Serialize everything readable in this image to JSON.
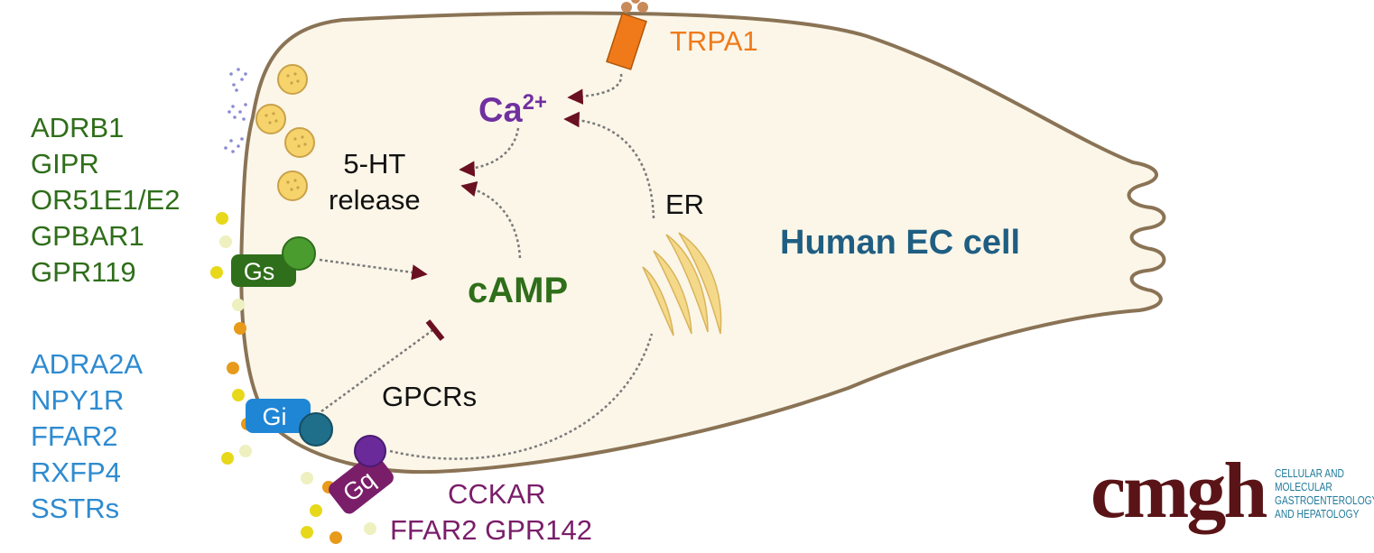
{
  "cell_label": "Human EC cell",
  "organelle_label": "ER",
  "messengers": {
    "cAMP": "cAMP",
    "calcium_base": "Ca",
    "calcium_sup": "2+"
  },
  "release_label": {
    "line1": "5-HT",
    "line2": "release"
  },
  "gpcrs_label": "GPCRs",
  "channel_label": "TRPA1",
  "g_proteins": {
    "gs": "Gs",
    "gi": "Gi",
    "gq": "Gq"
  },
  "gs_receptors": [
    "ADRB1",
    "GIPR",
    "OR51E1/E2",
    "GPBAR1",
    "GPR119"
  ],
  "gi_receptors": [
    "ADRA2A",
    "NPY1R",
    "FFAR2",
    "RXFP4",
    "SSTRs"
  ],
  "gq_receptors": [
    "CCKAR",
    "FFAR2 GPR142"
  ],
  "logo": {
    "wordmark": "cmgh",
    "subtitle": [
      "CELLULAR AND",
      "MOLECULAR",
      "GASTROENTEROLOGY",
      "AND HEPATOLOGY"
    ]
  },
  "colors": {
    "cell_fill": "#fbf6e8",
    "cell_outline": "#8a7355",
    "gs": "#2f6e1a",
    "gs_ball": "#4a9c2e",
    "gi": "#1f86d6",
    "gi_ball": "#1f6e8a",
    "gq": "#7a1e6a",
    "gq_ball": "#6a2a9a",
    "trpa1": "#f07a1a",
    "ca": "#7030a0",
    "camp": "#2f6e1a",
    "cell_label": "#1f5e82",
    "logo": "#5a1417",
    "arrowhead": "#6a1020",
    "vesicle": "#f7d36c",
    "er": "#f5d98a"
  }
}
